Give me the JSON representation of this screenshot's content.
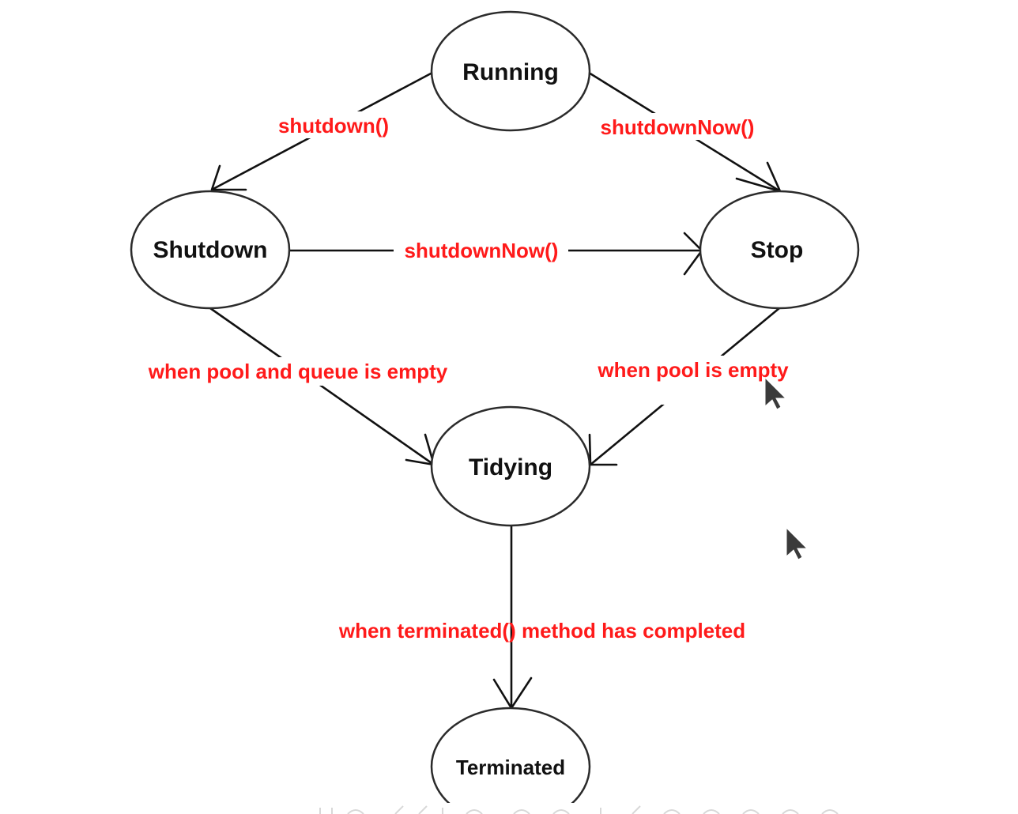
{
  "states": {
    "running": "Running",
    "shutdown": "Shutdown",
    "stop": "Stop",
    "tidying": "Tidying",
    "terminated": "Terminated"
  },
  "transitions": {
    "running_to_shutdown": "shutdown()",
    "running_to_stop": "shutdownNow()",
    "shutdown_to_stop": "shutdownNow()",
    "shutdown_to_tidying": "when pool and queue is empty",
    "stop_to_tidying": "when pool is empty",
    "tidying_to_terminated": "when terminated() method has completed"
  },
  "colors": {
    "state_text": "#111111",
    "transition_text": "#ff1a1a",
    "edge": "#111111"
  },
  "icons": [
    "mouse-pointer-icon",
    "mouse-pointer-icon"
  ]
}
